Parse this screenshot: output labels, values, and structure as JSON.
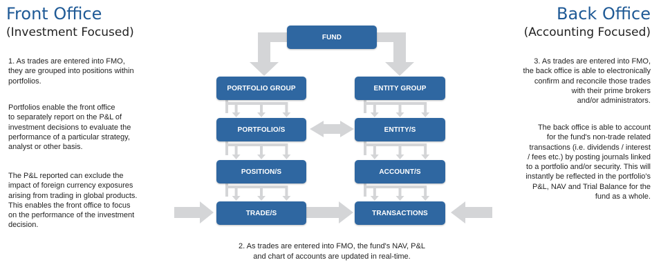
{
  "front_office": {
    "title": "Front Office",
    "subtitle": "(Investment Focused)",
    "paragraphs": [
      [
        "1.  As trades are entered into FMO,",
        "they are grouped into positions within",
        "portfolios."
      ],
      [
        "Portfolios enable the front office",
        "to separately report on the P&L of",
        "investment decisions to evaluate the",
        "performance of a particular strategy,",
        "analyst or other basis."
      ],
      [
        "The P&L reported can exclude the",
        "impact of foreign currency exposures",
        "arising from trading in global products.",
        "This enables the front office to focus",
        "on the performance of the investment",
        "decision."
      ]
    ]
  },
  "back_office": {
    "title": "Back Office",
    "subtitle": "(Accounting Focused)",
    "paragraphs": [
      [
        "3.  As trades are entered into FMO,",
        "the back office is able to electronically",
        "confirm and reconcile those trades",
        "with their prime brokers",
        "and/or administrators."
      ],
      [
        "The back office is able to account",
        "for the fund's non-trade related",
        "transactions (i.e. dividends / interest",
        "/ fees etc.) by posting journals linked",
        "to a portfolio and/or security.  This will",
        "instantly be reflected in the portfolio's",
        "P&L, NAV and Trial Balance for the",
        "fund as a whole."
      ]
    ]
  },
  "diagram": {
    "fund": "FUND",
    "left_column": [
      "PORTFOLIO GROUP",
      "PORTFOLIO/S",
      "POSITION/S",
      "TRADE/S"
    ],
    "right_column": [
      "ENTITY GROUP",
      "ENTITY/S",
      "ACCOUNT/S",
      "TRANSACTIONS"
    ]
  },
  "footnote": [
    "2.  As trades are entered into FMO, the fund's NAV, P&L",
    "and chart of accounts are updated in real-time."
  ],
  "colors": {
    "box": "#2f67a1",
    "arrow": "#d4d5d7",
    "heading": "#1f5a96"
  }
}
